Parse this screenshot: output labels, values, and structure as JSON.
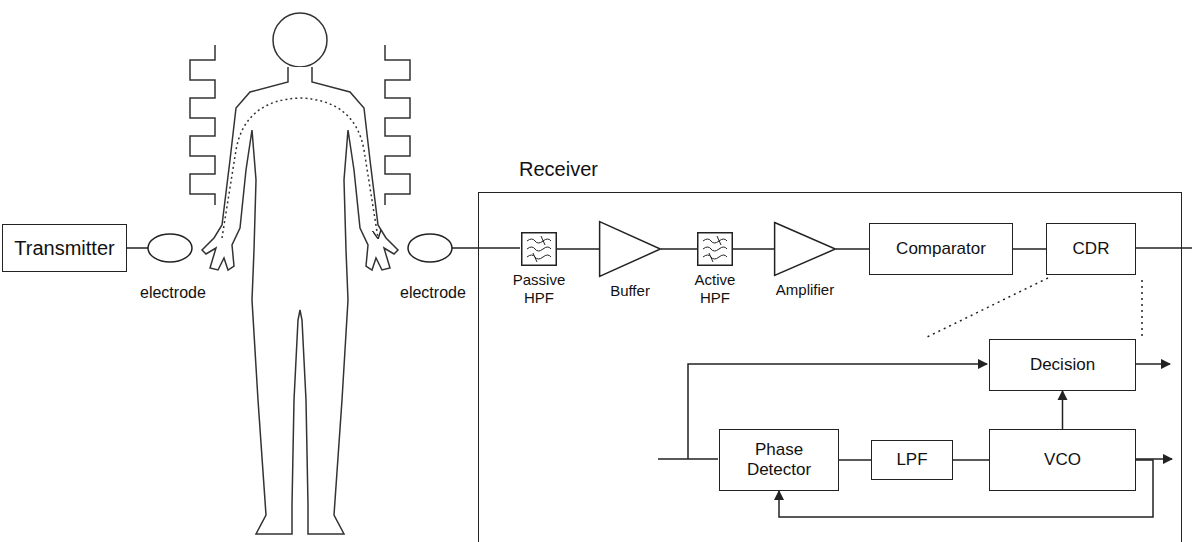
{
  "diagram": {
    "nodes": [
      {
        "text": [
          "Transmitter"
        ]
      },
      {
        "text": [
          "Receiver"
        ]
      },
      {
        "text": [
          "Passive HPF"
        ],
        "in": 1
      },
      {
        "text": [
          "Buffer"
        ],
        "in": 1
      },
      {
        "text": [
          "Active HPF"
        ],
        "in": 1
      },
      {
        "text": [
          "Amplifier"
        ],
        "in": 1
      },
      {
        "text": [
          "Comparator"
        ],
        "in": 1
      },
      {
        "text": [
          "CDR"
        ],
        "in": 1
      },
      {
        "text": [
          "Decision"
        ],
        "in": 1
      },
      {
        "text": [
          "Phase Detector"
        ],
        "in": 1
      },
      {
        "text": [
          "LPF"
        ],
        "in": 1
      },
      {
        "text": [
          "VCO"
        ],
        "in": 1
      }
    ],
    "edges": [
      {
        "from": 2,
        "to": 3,
        "arrow": "none"
      },
      {
        "from": 3,
        "to": 4,
        "arrow": "none"
      },
      {
        "from": 4,
        "to": 5,
        "arrow": "none"
      },
      {
        "from": 5,
        "to": 6,
        "arrow": "none"
      },
      {
        "from": 6,
        "to": 7,
        "arrow": "none"
      },
      {
        "from": 9,
        "to": 10,
        "arrow": "none"
      },
      {
        "from": 10,
        "to": 11,
        "arrow": "none"
      },
      {
        "from": 11,
        "to": 8,
        "arrow": "to"
      },
      {
        "from": 11,
        "to": 9,
        "arrow": "to"
      }
    ],
    "labels": [
      "electrode",
      "electrode"
    ]
  }
}
